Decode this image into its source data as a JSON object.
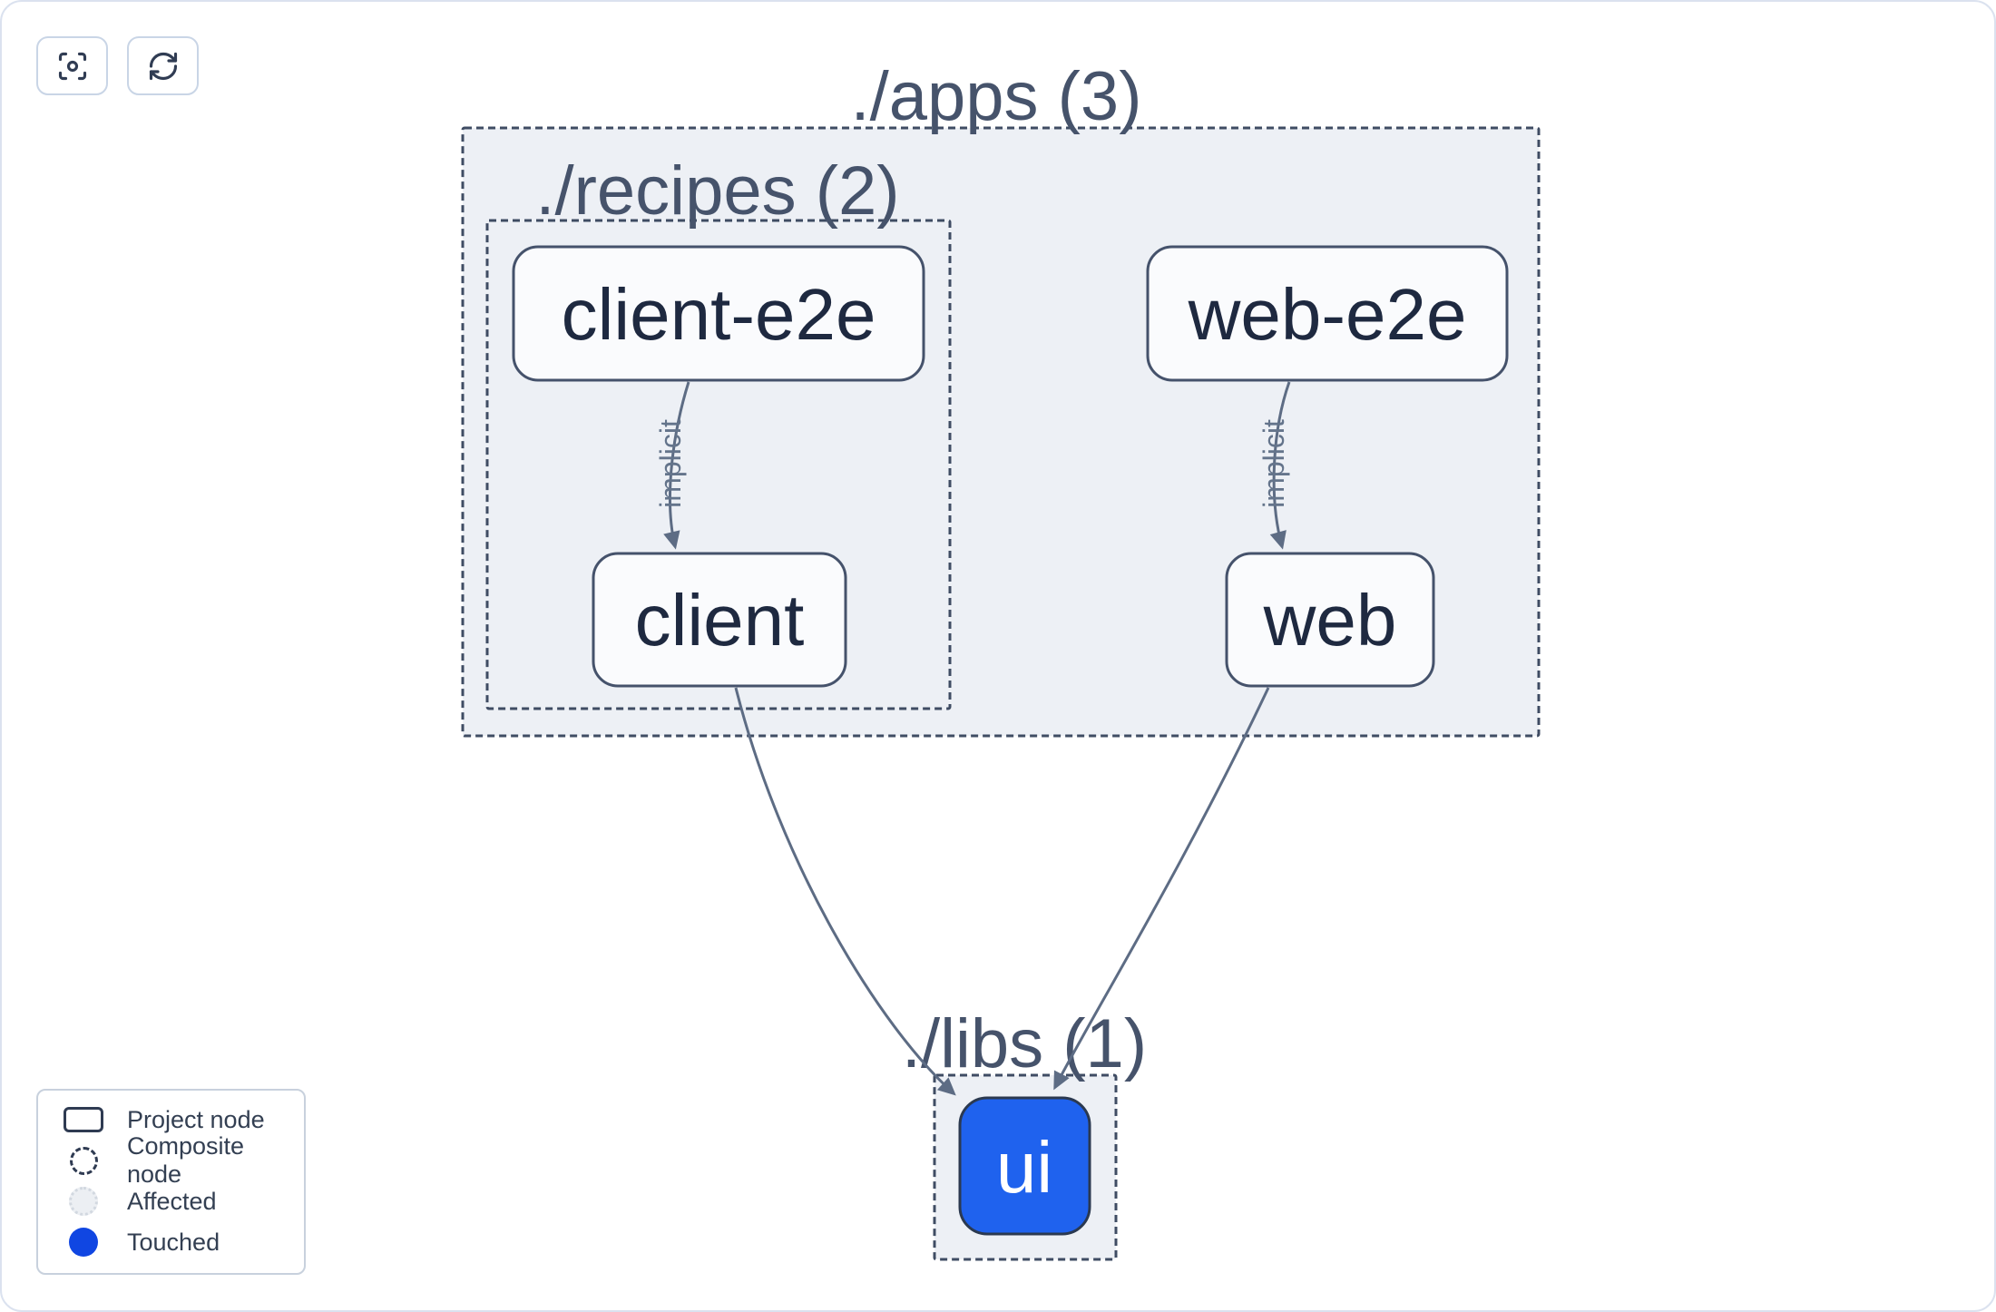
{
  "toolbar": {
    "buttons": [
      {
        "icon": "focus-icon"
      },
      {
        "icon": "refresh-icon"
      }
    ]
  },
  "graph": {
    "groups": [
      {
        "id": "apps",
        "label": "./apps (3)",
        "count": 3
      },
      {
        "id": "recipes",
        "label": "./recipes (2)",
        "count": 2
      },
      {
        "id": "libs",
        "label": "./libs (1)",
        "count": 1
      }
    ],
    "nodes": [
      {
        "id": "client-e2e",
        "label": "client-e2e",
        "group": "recipes",
        "state": "normal"
      },
      {
        "id": "client",
        "label": "client",
        "group": "recipes",
        "state": "normal"
      },
      {
        "id": "web-e2e",
        "label": "web-e2e",
        "group": "apps",
        "state": "normal"
      },
      {
        "id": "web",
        "label": "web",
        "group": "apps",
        "state": "normal"
      },
      {
        "id": "ui",
        "label": "ui",
        "group": "libs",
        "state": "touched"
      }
    ],
    "edges": [
      {
        "from": "client-e2e",
        "to": "client",
        "label": "implicit"
      },
      {
        "from": "web-e2e",
        "to": "web",
        "label": "implicit"
      },
      {
        "from": "client",
        "to": "ui",
        "label": ""
      },
      {
        "from": "web",
        "to": "ui",
        "label": ""
      }
    ]
  },
  "legend": {
    "items": [
      {
        "swatch": "project-node",
        "label": "Project node"
      },
      {
        "swatch": "composite-node",
        "label": "Composite node"
      },
      {
        "swatch": "affected",
        "label": "Affected"
      },
      {
        "swatch": "touched",
        "label": "Touched"
      }
    ]
  },
  "colors": {
    "touched_node": "#1f62ee",
    "touched_legend": "#1046e2",
    "container_fill": "#edf0f5",
    "dashed_border": "#3f4c63",
    "node_border": "#45526b",
    "node_fill": "#fafbfd",
    "node_text": "#1e2940",
    "group_text": "#46536b",
    "edge": "#5d6c84"
  }
}
